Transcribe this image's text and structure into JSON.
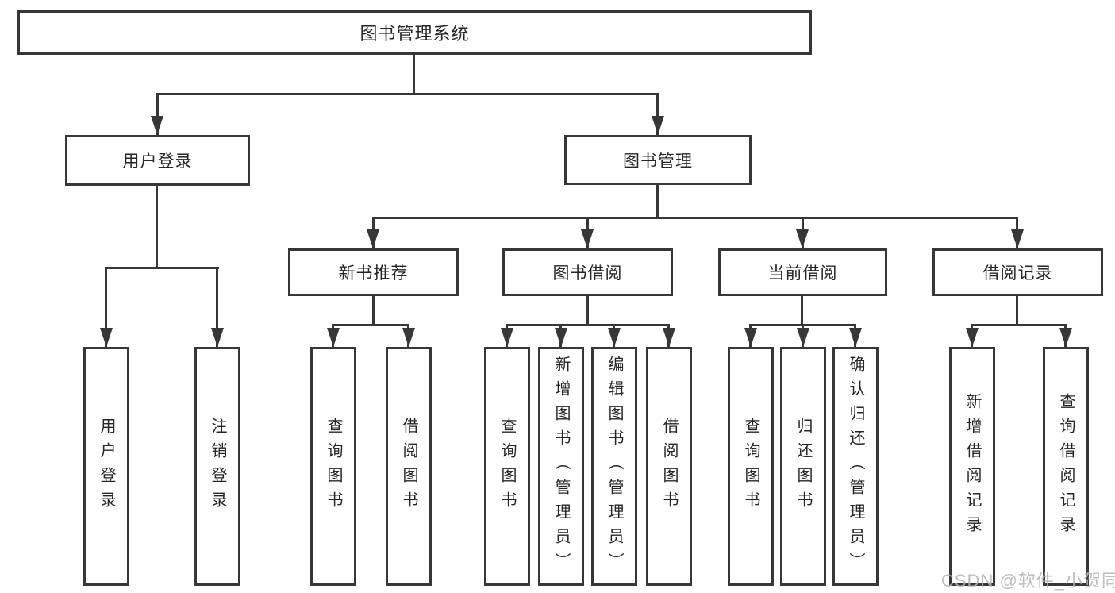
{
  "diagram": {
    "type": "hierarchy-tree",
    "colors": {
      "line": "#373737",
      "box_border": "#373737",
      "text": "#262626",
      "background": "#ffffff",
      "watermark_color": "#b3b3b3"
    }
  },
  "tree": {
    "label": "图书管理系统",
    "children": [
      {
        "label": "用户登录",
        "children": [
          {
            "label": "用户登录"
          },
          {
            "label": "注销登录"
          }
        ]
      },
      {
        "label": "图书管理",
        "children": [
          {
            "label": "新书推荐",
            "children": [
              {
                "label": "查询图书"
              },
              {
                "label": "借阅图书"
              }
            ]
          },
          {
            "label": "图书借阅",
            "children": [
              {
                "label": "查询图书"
              },
              {
                "label": "新增图书（管理员）"
              },
              {
                "label": "编辑图书（管理员）"
              },
              {
                "label": "借阅图书"
              }
            ]
          },
          {
            "label": "当前借阅",
            "children": [
              {
                "label": "查询图书"
              },
              {
                "label": "归还图书"
              },
              {
                "label": "确认归还（管理员）"
              }
            ]
          },
          {
            "label": "借阅记录",
            "children": [
              {
                "label": "新增借阅记录"
              },
              {
                "label": "查询借阅记录"
              }
            ]
          }
        ]
      }
    ]
  },
  "watermark": "CSDN @软件_小贺同学"
}
